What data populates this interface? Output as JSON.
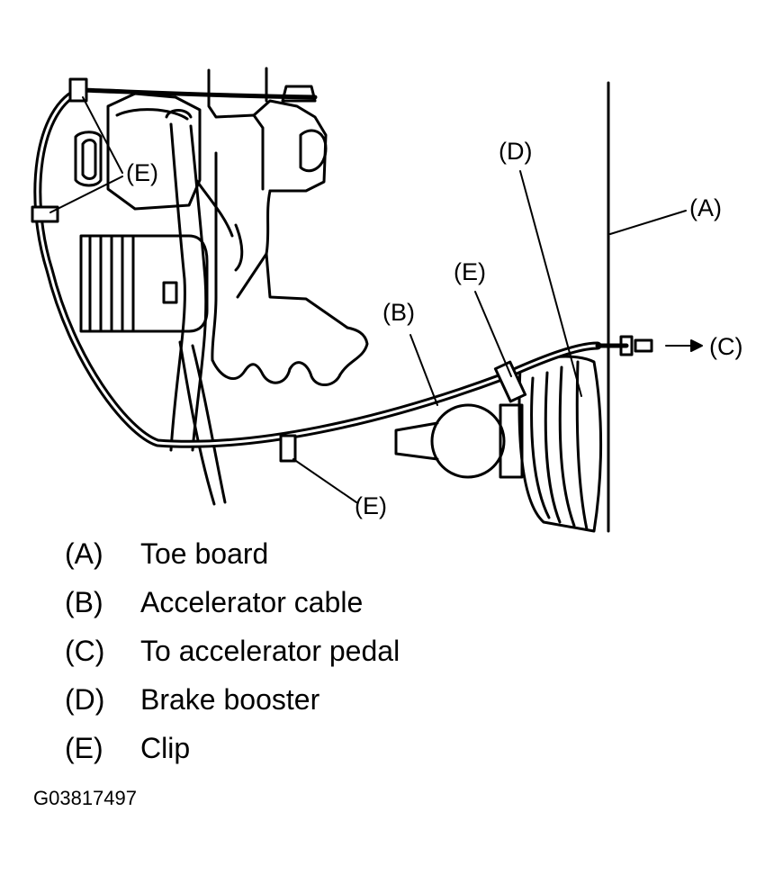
{
  "callouts": {
    "a": "(A)",
    "b": "(B)",
    "c": "(C)",
    "d": "(D)",
    "e1": "(E)",
    "e2": "(E)",
    "e3": "(E)"
  },
  "legend": [
    {
      "key": "(A)",
      "desc": "Toe board"
    },
    {
      "key": "(B)",
      "desc": "Accelerator cable"
    },
    {
      "key": "(C)",
      "desc": "To accelerator pedal"
    },
    {
      "key": "(D)",
      "desc": "Brake booster"
    },
    {
      "key": "(E)",
      "desc": "Clip"
    }
  ],
  "figure_id": "G03817497"
}
